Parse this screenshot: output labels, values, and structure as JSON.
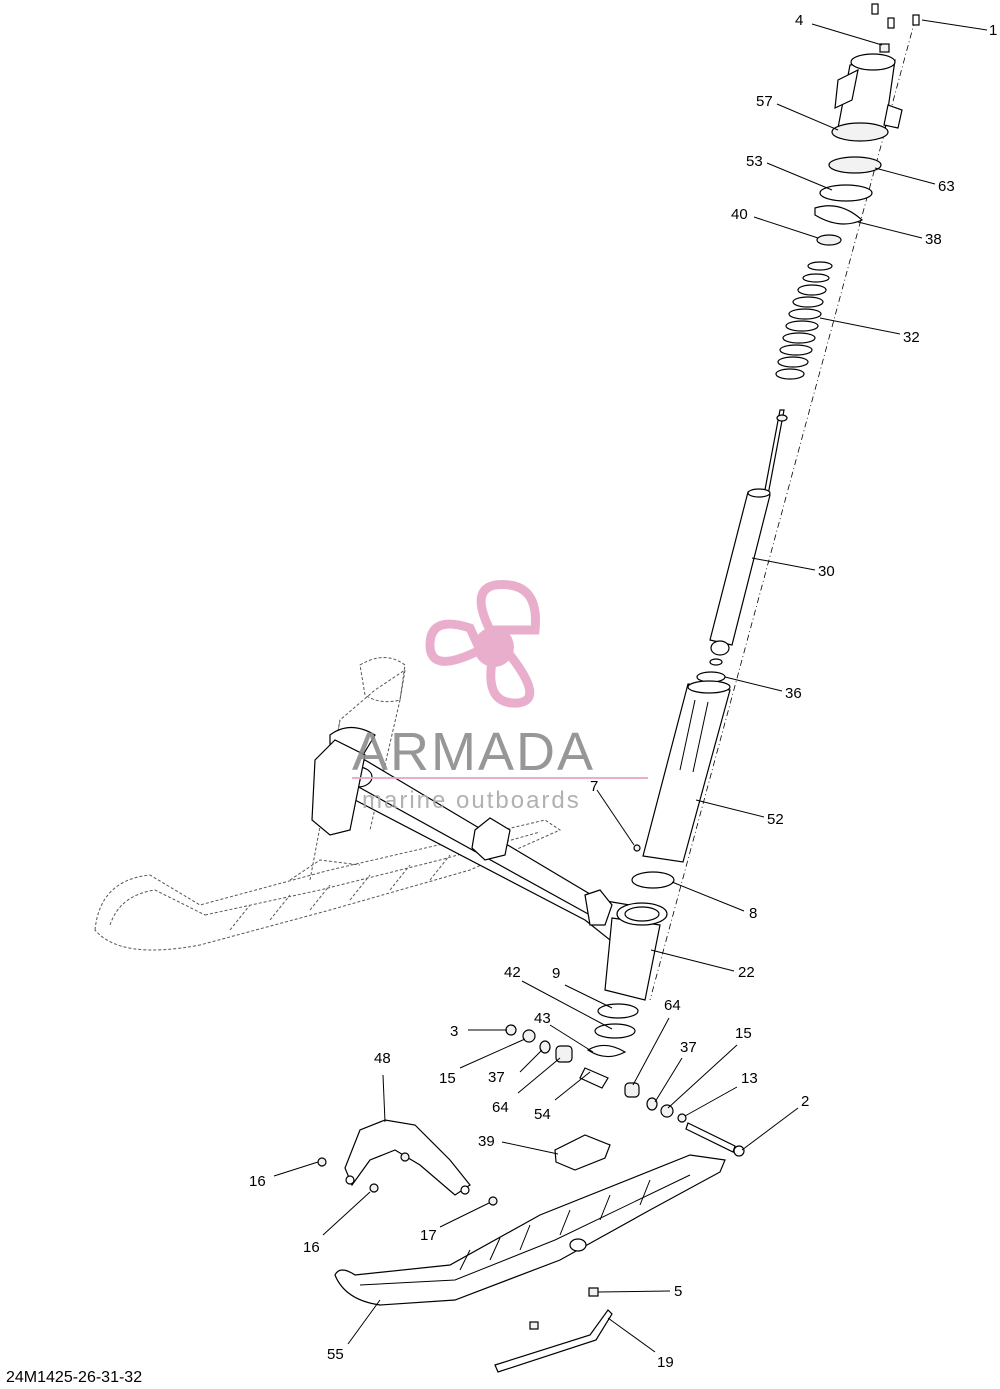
{
  "diagram_code": "24M1425-26-31-32",
  "watermark": {
    "brand": "ARMADA",
    "tagline": "marine outboards",
    "logo_color": "#e8a6c8"
  },
  "callouts": [
    {
      "id": "c1",
      "text": "1"
    },
    {
      "id": "c4",
      "text": "4"
    },
    {
      "id": "c57",
      "text": "57"
    },
    {
      "id": "c63",
      "text": "63"
    },
    {
      "id": "c53",
      "text": "53"
    },
    {
      "id": "c40",
      "text": "40"
    },
    {
      "id": "c38",
      "text": "38"
    },
    {
      "id": "c32",
      "text": "32"
    },
    {
      "id": "c30",
      "text": "30"
    },
    {
      "id": "c36",
      "text": "36"
    },
    {
      "id": "c7",
      "text": "7"
    },
    {
      "id": "c52",
      "text": "52"
    },
    {
      "id": "c8",
      "text": "8"
    },
    {
      "id": "c22",
      "text": "22"
    },
    {
      "id": "c42",
      "text": "42"
    },
    {
      "id": "c9",
      "text": "9"
    },
    {
      "id": "c3",
      "text": "3"
    },
    {
      "id": "c43",
      "text": "43"
    },
    {
      "id": "c64a",
      "text": "64"
    },
    {
      "id": "c15a",
      "text": "15"
    },
    {
      "id": "c37a",
      "text": "37"
    },
    {
      "id": "c15b",
      "text": "15"
    },
    {
      "id": "c37b",
      "text": "37"
    },
    {
      "id": "c13",
      "text": "13"
    },
    {
      "id": "c64b",
      "text": "64"
    },
    {
      "id": "c54",
      "text": "54"
    },
    {
      "id": "c48",
      "text": "48"
    },
    {
      "id": "c2",
      "text": "2"
    },
    {
      "id": "c39",
      "text": "39"
    },
    {
      "id": "c16a",
      "text": "16"
    },
    {
      "id": "c16b",
      "text": "16"
    },
    {
      "id": "c17",
      "text": "17"
    },
    {
      "id": "c5",
      "text": "5"
    },
    {
      "id": "c55",
      "text": "55"
    },
    {
      "id": "c19",
      "text": "19"
    }
  ]
}
